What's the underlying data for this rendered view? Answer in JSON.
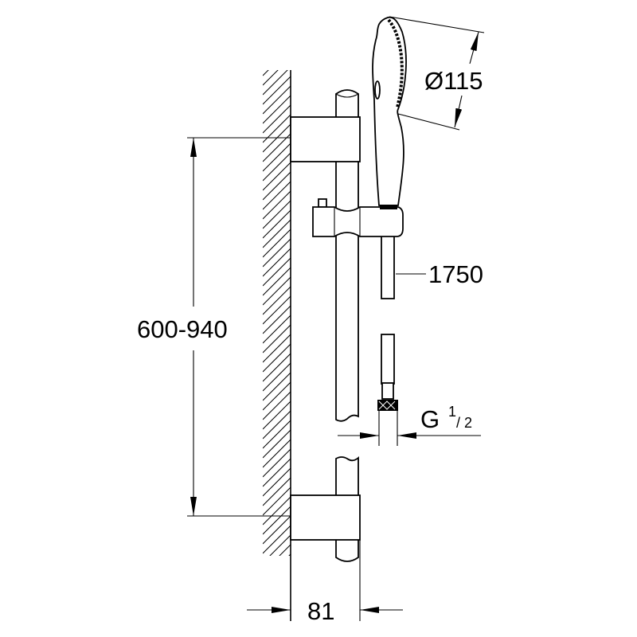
{
  "dimensions": {
    "head_diameter": "Ø115",
    "hose_length": "1750",
    "rail_center_distance": "600-940",
    "connection_thread": "G",
    "connection_thread_num": "1",
    "connection_thread_den": "2",
    "wall_projection": "81"
  },
  "colors": {
    "line": "#000000",
    "background": "#ffffff"
  }
}
